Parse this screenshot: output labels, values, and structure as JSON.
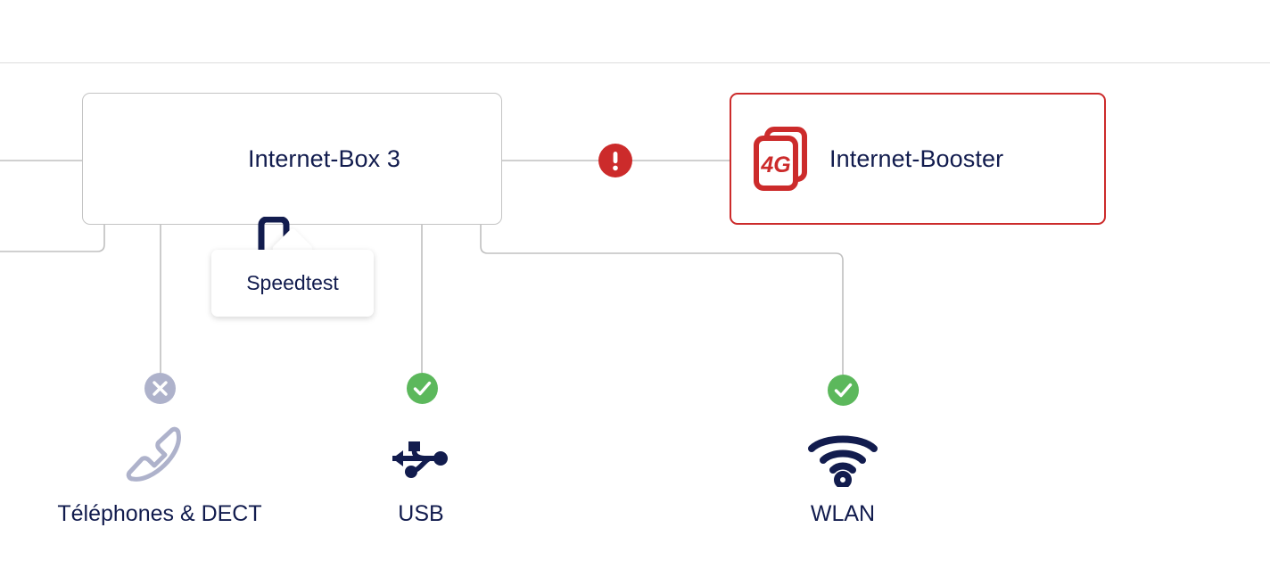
{
  "theme": {
    "navy": "#121c4e",
    "red": "#cc2b2b",
    "green": "#5cb85c",
    "gray_disabled": "#aeb2cb",
    "wire": "#c0c0c0",
    "card_border": "#c4c4c4",
    "background": "#ffffff"
  },
  "topology": {
    "devices": [
      {
        "id": "internet-box",
        "title": "Internet-Box 3",
        "icon": "router-icon",
        "state": "ok",
        "border_color": "#c4c4c4"
      },
      {
        "id": "internet-booster",
        "title": "Internet-Booster",
        "icon": "4g-cards-icon",
        "state": "error",
        "border_color": "#cc2b2b",
        "status_badge": {
          "icon": "exclamation-icon",
          "symbol": "!",
          "color": "#cc2b2b",
          "meaning": "error"
        }
      }
    ],
    "services": [
      {
        "id": "telephones-dect",
        "label": "Téléphones & DECT",
        "icon": "phone-handset-icon",
        "state": "disabled",
        "status_badge": {
          "icon": "close-x-icon",
          "symbol": "✕",
          "color": "#aeb2cb",
          "meaning": "inactive"
        }
      },
      {
        "id": "usb",
        "label": "USB",
        "icon": "usb-icon",
        "state": "active",
        "status_badge": {
          "icon": "check-icon",
          "symbol": "✓",
          "color": "#5cb85c",
          "meaning": "active"
        }
      },
      {
        "id": "wlan",
        "label": "WLAN",
        "icon": "wifi-icon",
        "state": "active",
        "status_badge": {
          "icon": "check-icon",
          "symbol": "✓",
          "color": "#5cb85c",
          "meaning": "active"
        }
      }
    ]
  },
  "tooltip": {
    "label": "Speedtest",
    "anchor": "internet-box"
  }
}
